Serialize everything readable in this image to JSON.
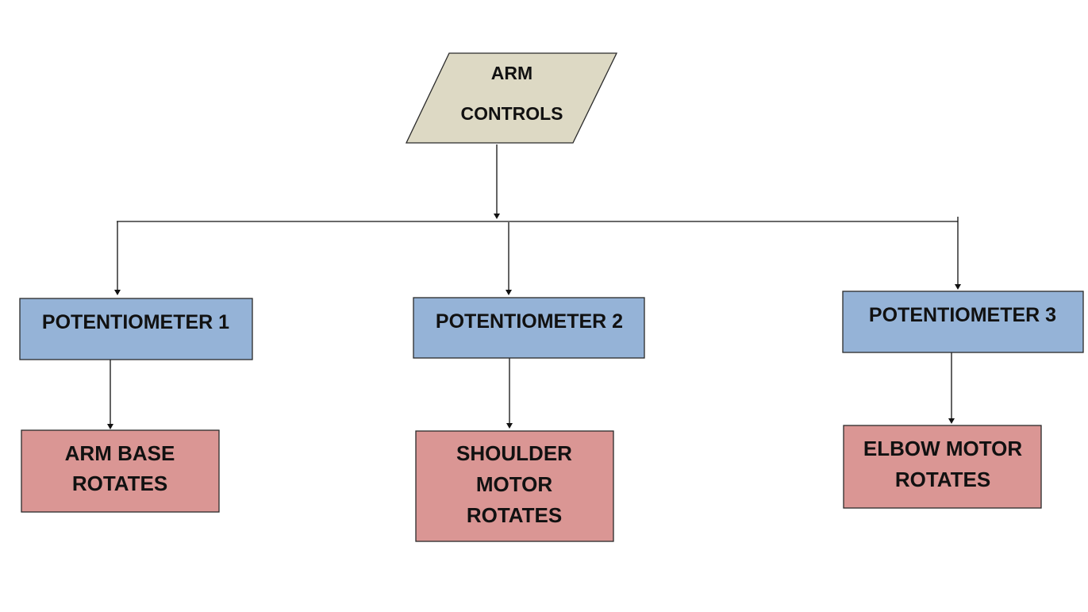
{
  "diagram": {
    "input": {
      "lines": [
        "ARM",
        "CONTROLS"
      ],
      "shape": "parallelogram",
      "color": "#DDD9C4"
    },
    "potentiometers": [
      {
        "label": "POTENTIOMETER 1"
      },
      {
        "label": "POTENTIOMETER 2"
      },
      {
        "label": "POTENTIOMETER 3"
      }
    ],
    "outputs": [
      {
        "lines": [
          "ARM BASE",
          "ROTATES"
        ]
      },
      {
        "lines": [
          "SHOULDER",
          "MOTOR",
          "ROTATES"
        ]
      },
      {
        "lines": [
          "ELBOW MOTOR",
          "ROTATES"
        ]
      }
    ],
    "colors": {
      "potentiometer_fill": "#95B3D7",
      "output_fill": "#DA9694",
      "line": "#111111"
    }
  }
}
